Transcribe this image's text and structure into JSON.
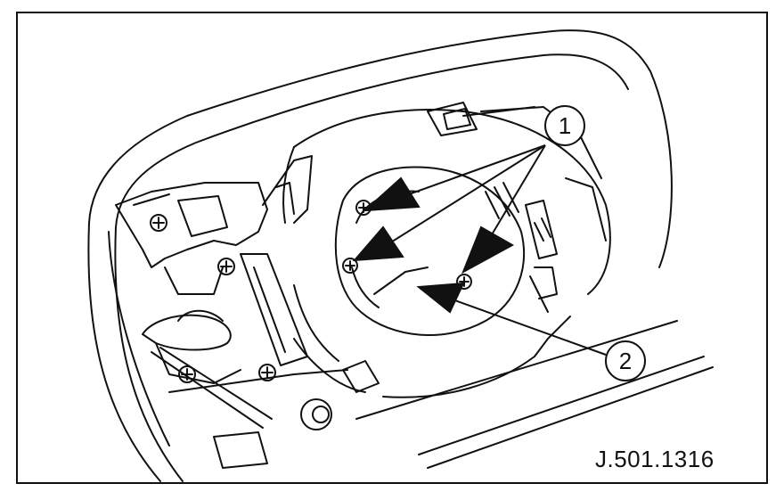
{
  "figure": {
    "reference_code": "J.501.1316",
    "callouts": [
      {
        "number": "1"
      },
      {
        "number": "2"
      }
    ]
  }
}
